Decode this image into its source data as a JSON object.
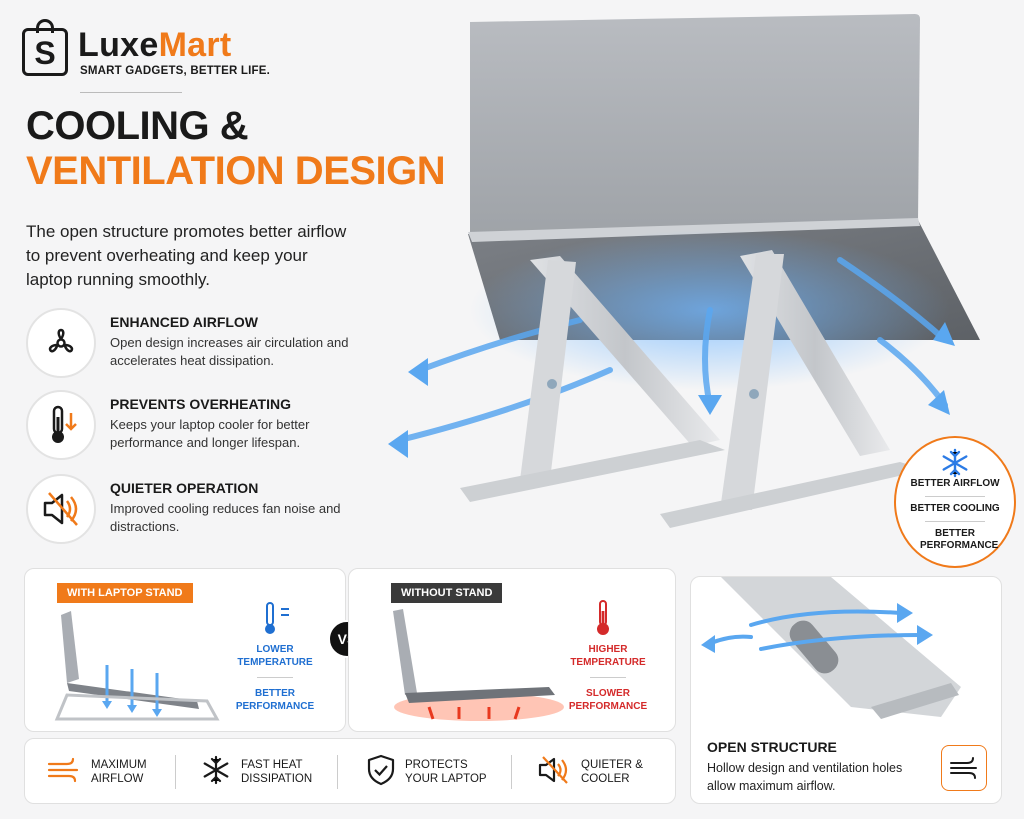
{
  "brand": {
    "name_part1": "Luxe",
    "name_part2": "Mart",
    "tagline": "SMART GADGETS, BETTER LIFE.",
    "logo_letter": "S"
  },
  "heading": {
    "line1": "COOLING &",
    "line2": "VENTILATION DESIGN"
  },
  "intro": "The open structure promotes better airflow to prevent overheating and keep your laptop running smoothly.",
  "features": [
    {
      "icon": "fan-icon",
      "title": "ENHANCED AIRFLOW",
      "desc": "Open design increases air circulation and accelerates heat dissipation."
    },
    {
      "icon": "thermometer-icon",
      "title": "PREVENTS OVERHEATING",
      "desc": "Keeps your laptop cooler for better performance and longer lifespan."
    },
    {
      "icon": "speaker-mute-icon",
      "title": "QUIETER OPERATION",
      "desc": "Improved cooling reduces fan noise and distractions."
    }
  ],
  "badge": {
    "icon": "snowflake-icon",
    "items": [
      "BETTER AIRFLOW",
      "BETTER COOLING",
      "BETTER PERFORMANCE"
    ]
  },
  "comparison": {
    "with": {
      "tag": "WITH LAPTOP STAND",
      "stat1": "LOWER TEMPERATURE",
      "stat2": "BETTER PERFORMANCE"
    },
    "vs": "VS",
    "without": {
      "tag": "WITHOUT STAND",
      "stat1": "HIGHER TEMPERATURE",
      "stat2": "SLOWER PERFORMANCE"
    }
  },
  "benefits": [
    {
      "icon": "wind-icon",
      "label": "MAXIMUM AIRFLOW"
    },
    {
      "icon": "snowflake-icon",
      "label": "FAST HEAT DISSIPATION"
    },
    {
      "icon": "shield-check-icon",
      "label": "PROTECTS YOUR LAPTOP"
    },
    {
      "icon": "speaker-mute-icon",
      "label": "QUIETER & COOLER"
    }
  ],
  "open_structure": {
    "title": "OPEN STRUCTURE",
    "desc": "Hollow design and ventilation holes allow maximum airflow.",
    "icon": "airflow-icon"
  },
  "colors": {
    "accent": "#f07a1a",
    "cool": "#1f6fd1",
    "hot": "#d42a2a"
  }
}
